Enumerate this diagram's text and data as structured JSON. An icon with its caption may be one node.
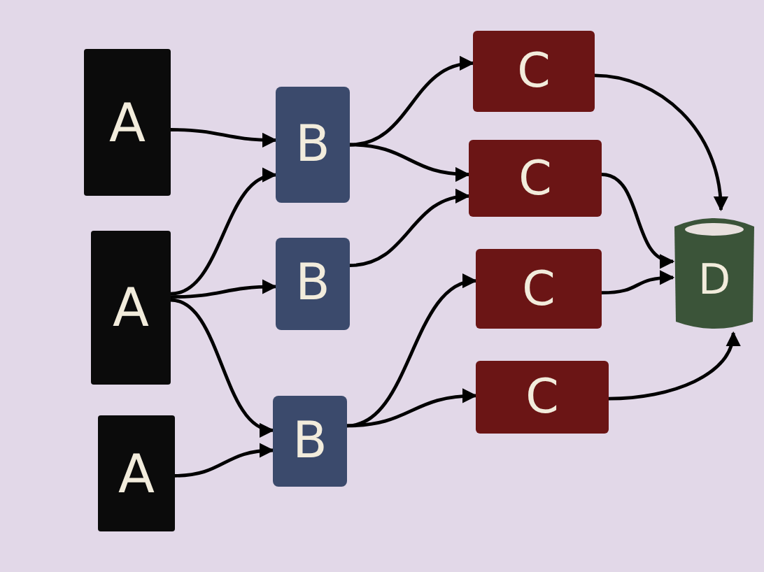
{
  "diagram": {
    "nodes": [
      {
        "text": [
          "A"
        ]
      },
      {
        "text": [
          "A"
        ]
      },
      {
        "text": [
          "A"
        ]
      },
      {
        "text": [
          "B"
        ]
      },
      {
        "text": [
          "B"
        ]
      },
      {
        "text": [
          "B"
        ]
      },
      {
        "text": [
          "C"
        ]
      },
      {
        "text": [
          "C"
        ]
      },
      {
        "text": [
          "C"
        ]
      },
      {
        "text": [
          "C"
        ]
      },
      {
        "text": [
          "D"
        ]
      }
    ],
    "edges": [
      {
        "from": 0,
        "to": 3,
        "arrow": "to"
      },
      {
        "from": 1,
        "to": 3,
        "arrow": "to"
      },
      {
        "from": 1,
        "to": 4,
        "arrow": "to"
      },
      {
        "from": 1,
        "to": 5,
        "arrow": "to"
      },
      {
        "from": 2,
        "to": 5,
        "arrow": "to"
      },
      {
        "from": 3,
        "to": 6,
        "arrow": "to"
      },
      {
        "from": 3,
        "to": 7,
        "arrow": "to"
      },
      {
        "from": 4,
        "to": 7,
        "arrow": "to"
      },
      {
        "from": 5,
        "to": 8,
        "arrow": "to"
      },
      {
        "from": 5,
        "to": 9,
        "arrow": "to"
      },
      {
        "from": 6,
        "to": 10,
        "arrow": "to"
      },
      {
        "from": 7,
        "to": 10,
        "arrow": "to"
      },
      {
        "from": 8,
        "to": 10,
        "arrow": "to"
      },
      {
        "from": 9,
        "to": 10,
        "arrow": "to"
      }
    ]
  }
}
